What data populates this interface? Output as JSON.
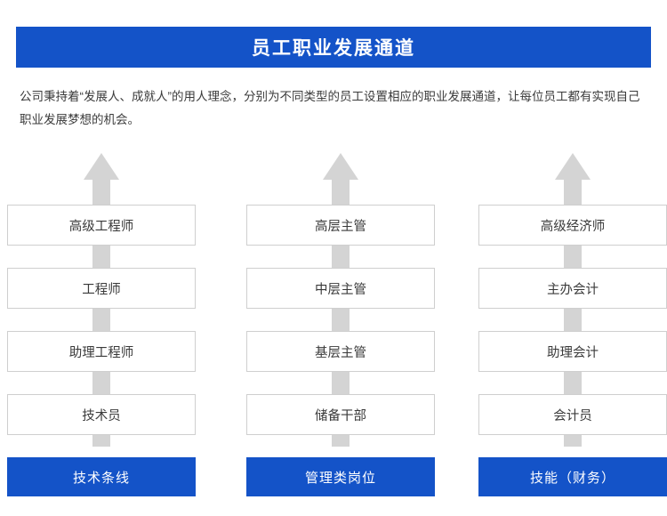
{
  "header": {
    "title": "员工职业发展通道",
    "background": "#1453c8",
    "text_color": "#ffffff"
  },
  "intro": {
    "text": "公司秉持着“发展人、成就人”的用人理念，分别为不同类型的员工设置相应的职业发展通道，让每位员工都有实现自己职业发展梦想的机会。"
  },
  "diagram": {
    "arrow_color": "#d4d4d4",
    "box_border": "#cfcfcf",
    "footer_color": "#1453c8",
    "columns": [
      {
        "name": "technical",
        "footer": "技术条线",
        "levels": [
          "高级工程师",
          "工程师",
          "助理工程师",
          "技术员"
        ]
      },
      {
        "name": "management",
        "footer": "管理类岗位",
        "levels": [
          "高层主管",
          "中层主管",
          "基层主管",
          "储备干部"
        ]
      },
      {
        "name": "finance",
        "footer": "技能（财务）",
        "levels": [
          "高级经济师",
          "主办会计",
          "助理会计",
          "会计员"
        ]
      }
    ]
  }
}
